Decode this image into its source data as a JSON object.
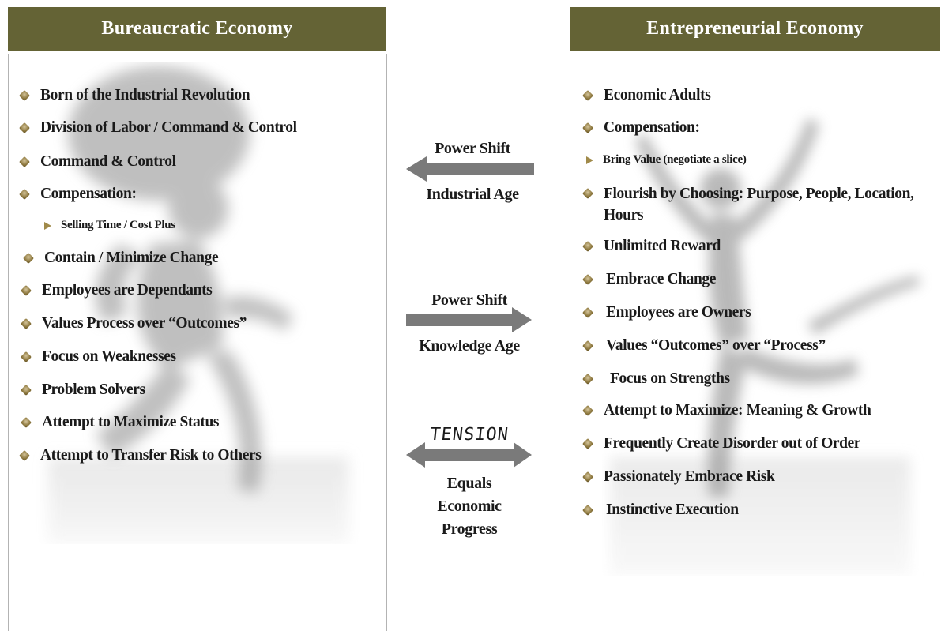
{
  "left": {
    "header": "Bureaucratic Economy",
    "items": [
      "Born of the Industrial Revolution",
      "Division of Labor / Command & Control",
      "Command & Control",
      "Compensation:",
      "Selling Time / Cost Plus",
      "Contain / Minimize  Change",
      "Employees are Dependants",
      "Values Process over “Outcomes”",
      "Focus on Weaknesses",
      "Problem Solvers",
      "Attempt to Maximize Status",
      "Attempt to Transfer Risk to Others"
    ]
  },
  "right": {
    "header": "Entrepreneurial Economy",
    "items": [
      "Economic Adults",
      "Compensation:",
      "Bring Value (negotiate a slice)",
      "Flourish by Choosing: Purpose, People, Location, Hours",
      "Unlimited Reward",
      "Embrace Change",
      "Employees are Owners",
      "Values “Outcomes” over “Process”",
      "Focus on Strengths",
      "Attempt to Maximize:  Meaning & Growth",
      "Frequently Create Disorder out of Order",
      "Passionately Embrace Risk",
      "Instinctive Execution"
    ]
  },
  "middle": {
    "shift1_label": "Power Shift",
    "shift1_age": "Industrial Age",
    "shift2_label": "Power Shift",
    "shift2_age": "Knowledge Age",
    "tension_label": "TENSION",
    "equals_line1": "Equals",
    "equals_line2": "Economic",
    "equals_line3": "Progress"
  },
  "colors": {
    "header_bg": "#646335",
    "header_text": "#ffffff",
    "bullet": "#8f7a40",
    "arrow": "#7a7a7a"
  }
}
